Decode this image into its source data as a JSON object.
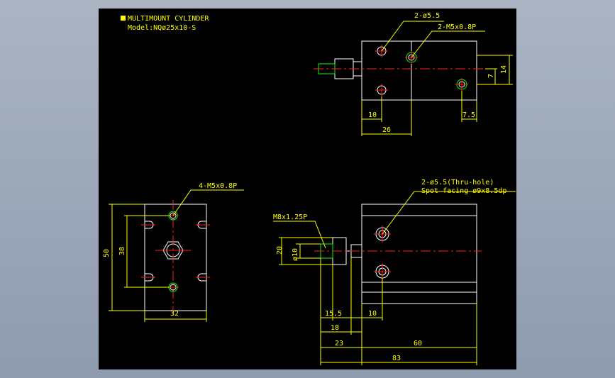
{
  "title": {
    "name": "MULTIMOUNT CYLINDER",
    "model": "Model:NQø25x10-S"
  },
  "top_view": {
    "hole_callout": "2-ø5.5",
    "thread_callout": "2-M5x0.8P",
    "dim_14": "14",
    "dim_7": "7",
    "dim_10": "10",
    "dim_7_5": "7.5",
    "dim_26": "26"
  },
  "left_view": {
    "thread_callout": "4-M5x0.8P",
    "dim_50": "50",
    "dim_38": "38",
    "dim_32": "32"
  },
  "side_view": {
    "hole_callout_1": "2-ø5.5(Thru-hole)",
    "hole_callout_2": "Spot facing ø9x8.5dp",
    "rod_thread": "M8x1.25P",
    "dim_20": "20",
    "dim_phi10": "ø10",
    "dim_15_5": "15.5",
    "dim_10": "10",
    "dim_18": "18",
    "dim_23": "23",
    "dim_60": "60",
    "dim_83": "83"
  },
  "colors": {
    "background": "#000000",
    "outline": "#ffffff",
    "dimension": "#ffff00",
    "centerline": "#ff2020",
    "thread": "#00ff00"
  }
}
